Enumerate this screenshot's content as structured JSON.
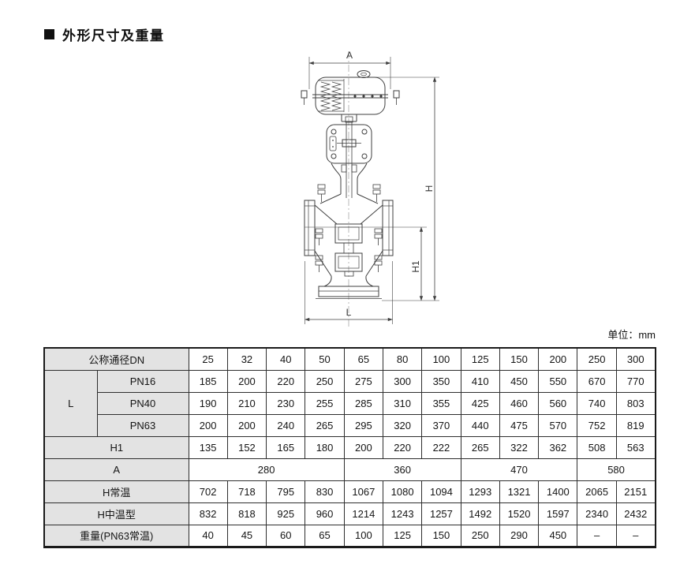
{
  "page": {
    "title": "外形尺寸及重量",
    "unit_note": "单位：mm"
  },
  "drawing": {
    "labels": {
      "a": "A",
      "h": "H",
      "h1": "H1",
      "l": "L"
    }
  },
  "table": {
    "header_bg": "#e3e3e3",
    "rows": [
      {
        "cells": [
          {
            "t": "公称通径DN",
            "cs": 2,
            "head": true
          },
          {
            "t": "25"
          },
          {
            "t": "32"
          },
          {
            "t": "40"
          },
          {
            "t": "50"
          },
          {
            "t": "65"
          },
          {
            "t": "80"
          },
          {
            "t": "100"
          },
          {
            "t": "125"
          },
          {
            "t": "150"
          },
          {
            "t": "200"
          },
          {
            "t": "250"
          },
          {
            "t": "300"
          }
        ]
      },
      {
        "cells": [
          {
            "t": "L",
            "rs": 3,
            "head": true
          },
          {
            "t": "PN16",
            "head": true
          },
          {
            "t": "185"
          },
          {
            "t": "200"
          },
          {
            "t": "220"
          },
          {
            "t": "250"
          },
          {
            "t": "275"
          },
          {
            "t": "300"
          },
          {
            "t": "350"
          },
          {
            "t": "410"
          },
          {
            "t": "450"
          },
          {
            "t": "550"
          },
          {
            "t": "670"
          },
          {
            "t": "770"
          }
        ]
      },
      {
        "cells": [
          {
            "t": "PN40",
            "head": true
          },
          {
            "t": "190"
          },
          {
            "t": "210"
          },
          {
            "t": "230"
          },
          {
            "t": "255"
          },
          {
            "t": "285"
          },
          {
            "t": "310"
          },
          {
            "t": "355"
          },
          {
            "t": "425"
          },
          {
            "t": "460"
          },
          {
            "t": "560"
          },
          {
            "t": "740"
          },
          {
            "t": "803"
          }
        ]
      },
      {
        "cells": [
          {
            "t": "PN63",
            "head": true
          },
          {
            "t": "200"
          },
          {
            "t": "200"
          },
          {
            "t": "240"
          },
          {
            "t": "265"
          },
          {
            "t": "295"
          },
          {
            "t": "320"
          },
          {
            "t": "370"
          },
          {
            "t": "440"
          },
          {
            "t": "475"
          },
          {
            "t": "570"
          },
          {
            "t": "752"
          },
          {
            "t": "819"
          }
        ]
      },
      {
        "cells": [
          {
            "t": "H1",
            "cs": 2,
            "head": true
          },
          {
            "t": "135"
          },
          {
            "t": "152"
          },
          {
            "t": "165"
          },
          {
            "t": "180"
          },
          {
            "t": "200"
          },
          {
            "t": "220"
          },
          {
            "t": "222"
          },
          {
            "t": "265"
          },
          {
            "t": "322"
          },
          {
            "t": "362"
          },
          {
            "t": "508"
          },
          {
            "t": "563"
          }
        ]
      },
      {
        "cells": [
          {
            "t": "A",
            "cs": 2,
            "head": true
          },
          {
            "t": "280",
            "cs": 4
          },
          {
            "t": "360",
            "cs": 3
          },
          {
            "t": "470",
            "cs": 3
          },
          {
            "t": "580",
            "cs": 2
          }
        ]
      },
      {
        "cells": [
          {
            "t": "H常温",
            "cs": 2,
            "head": true
          },
          {
            "t": "702"
          },
          {
            "t": "718"
          },
          {
            "t": "795"
          },
          {
            "t": "830"
          },
          {
            "t": "1067"
          },
          {
            "t": "1080"
          },
          {
            "t": "1094"
          },
          {
            "t": "1293"
          },
          {
            "t": "1321"
          },
          {
            "t": "1400"
          },
          {
            "t": "2065"
          },
          {
            "t": "2151"
          }
        ]
      },
      {
        "cells": [
          {
            "t": "H中温型",
            "cs": 2,
            "head": true
          },
          {
            "t": "832"
          },
          {
            "t": "818"
          },
          {
            "t": "925"
          },
          {
            "t": "960"
          },
          {
            "t": "1214"
          },
          {
            "t": "1243"
          },
          {
            "t": "1257"
          },
          {
            "t": "1492"
          },
          {
            "t": "1520"
          },
          {
            "t": "1597"
          },
          {
            "t": "2340"
          },
          {
            "t": "2432"
          }
        ]
      },
      {
        "cells": [
          {
            "t": "重量(PN63常温)",
            "cs": 2,
            "head": true
          },
          {
            "t": "40"
          },
          {
            "t": "45"
          },
          {
            "t": "60"
          },
          {
            "t": "65"
          },
          {
            "t": "100"
          },
          {
            "t": "125"
          },
          {
            "t": "150"
          },
          {
            "t": "250"
          },
          {
            "t": "290"
          },
          {
            "t": "450"
          },
          {
            "t": "–"
          },
          {
            "t": "–"
          }
        ]
      }
    ]
  }
}
